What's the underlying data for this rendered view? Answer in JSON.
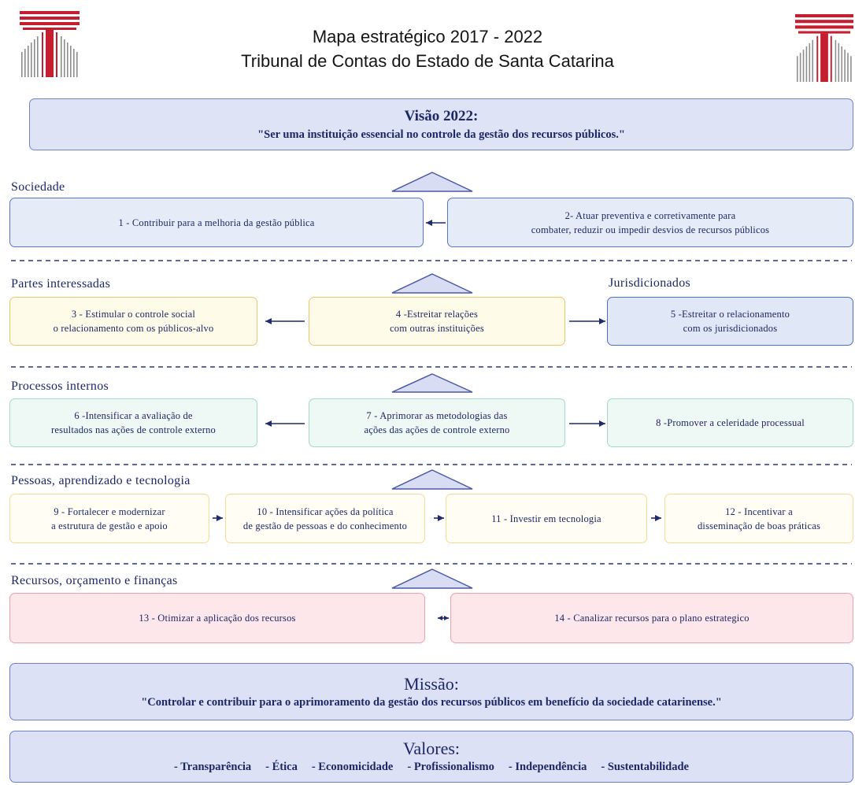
{
  "theme": {
    "ink": "#1c2766",
    "arrow": "#1f2b6b",
    "logo_red": "#c41e2f",
    "logo_gray": "#8c8c8c"
  },
  "icons": {
    "logo": "tribunal-logo-icon"
  },
  "header": {
    "title_line1": "Mapa estratégico 2017 - 2022",
    "title_line2": "Tribunal de Contas do Estado de Santa Catarina"
  },
  "vision": {
    "heading": "Visão 2022:",
    "statement": "\"Ser uma instituição essencial no controle da gestão dos recursos públicos.\"",
    "fill": "#dfe3f6",
    "border": "#7283cc"
  },
  "perspectives": [
    {
      "label": "Sociedade",
      "objectives": [
        {
          "lines": [
            "1 - Contribuir para a melhoria da gestão pública"
          ],
          "fill": "#e5ecf8",
          "border": "#5a76c6"
        },
        {
          "lines": [
            "2- Atuar preventiva e corretivamente para",
            "combater, reduzir ou impedir desvios de recursos públicos"
          ],
          "fill": "#e5ecf8",
          "border": "#5a76c6"
        }
      ]
    },
    {
      "label": "Partes interessadas",
      "secondary_label": "Jurisdicionados",
      "objectives": [
        {
          "lines": [
            "3 - Estimular o controle social",
            "o relacionamento com os públicos-alvo"
          ],
          "fill": "#fffbe9",
          "border": "#f1c46a"
        },
        {
          "lines": [
            "4 -Estreitar relações",
            "com outras instituições"
          ],
          "fill": "#fffbe9",
          "border": "#f1c46a"
        },
        {
          "lines": [
            "5 -Estreitar o relacionamento",
            "com os jurisdicionados"
          ],
          "fill": "#e0e7f7",
          "border": "#4f6cc0"
        }
      ]
    },
    {
      "label": "Processos internos",
      "objectives": [
        {
          "lines": [
            "6 -Intensificar a avaliação de",
            "resultados nas ações de controle externo"
          ],
          "fill": "#eef8f5",
          "border": "#a2d9ca"
        },
        {
          "lines": [
            "7 - Aprimorar as metodologias das",
            "ações das ações de controle externo"
          ],
          "fill": "#eef8f5",
          "border": "#a2d9ca"
        },
        {
          "lines": [
            "8 -Promover a celeridade processual"
          ],
          "fill": "#eef8f5",
          "border": "#a2d9ca"
        }
      ]
    },
    {
      "label": "Pessoas, aprendizado e tecnologia",
      "objectives": [
        {
          "lines": [
            "9 - Fortalecer e modernizar",
            "a estrutura de gestão e apoio"
          ],
          "fill": "#fffdf4",
          "border": "#f4dc97"
        },
        {
          "lines": [
            "10 - Intensificar ações da política",
            "de gestão de pessoas e do conhecimento"
          ],
          "fill": "#fffdf4",
          "border": "#f4dc97"
        },
        {
          "lines": [
            "11 - Investir em tecnologia"
          ],
          "fill": "#fffdf4",
          "border": "#f4dc97"
        },
        {
          "lines": [
            "12 - Incentivar a",
            "disseminação de boas práticas"
          ],
          "fill": "#fffdf4",
          "border": "#f4dc97"
        }
      ]
    },
    {
      "label": "Recursos, orçamento e finanças",
      "objectives": [
        {
          "lines": [
            "13 - Otimizar a aplicação dos recursos"
          ],
          "fill": "#fde7eb",
          "border": "#e9a2ac"
        },
        {
          "lines": [
            "14 - Canalizar recursos para o plano estrategico"
          ],
          "fill": "#fde7eb",
          "border": "#e9a2ac"
        }
      ]
    }
  ],
  "mission": {
    "heading": "Missão:",
    "statement": "\"Controlar e contribuir para o aprimoramento da gestão dos recursos públicos em benefício da sociedade catarinense.\"",
    "fill": "#dde1f5",
    "border": "#6f7fcb"
  },
  "values": {
    "heading": "Valores:",
    "items": [
      "- Transparência",
      "- Ética",
      "- Economicidade",
      "- Profissionalismo",
      "- Independência",
      "- Sustentabilidade"
    ],
    "fill": "#dde1f5",
    "border": "#6f7fcb"
  }
}
